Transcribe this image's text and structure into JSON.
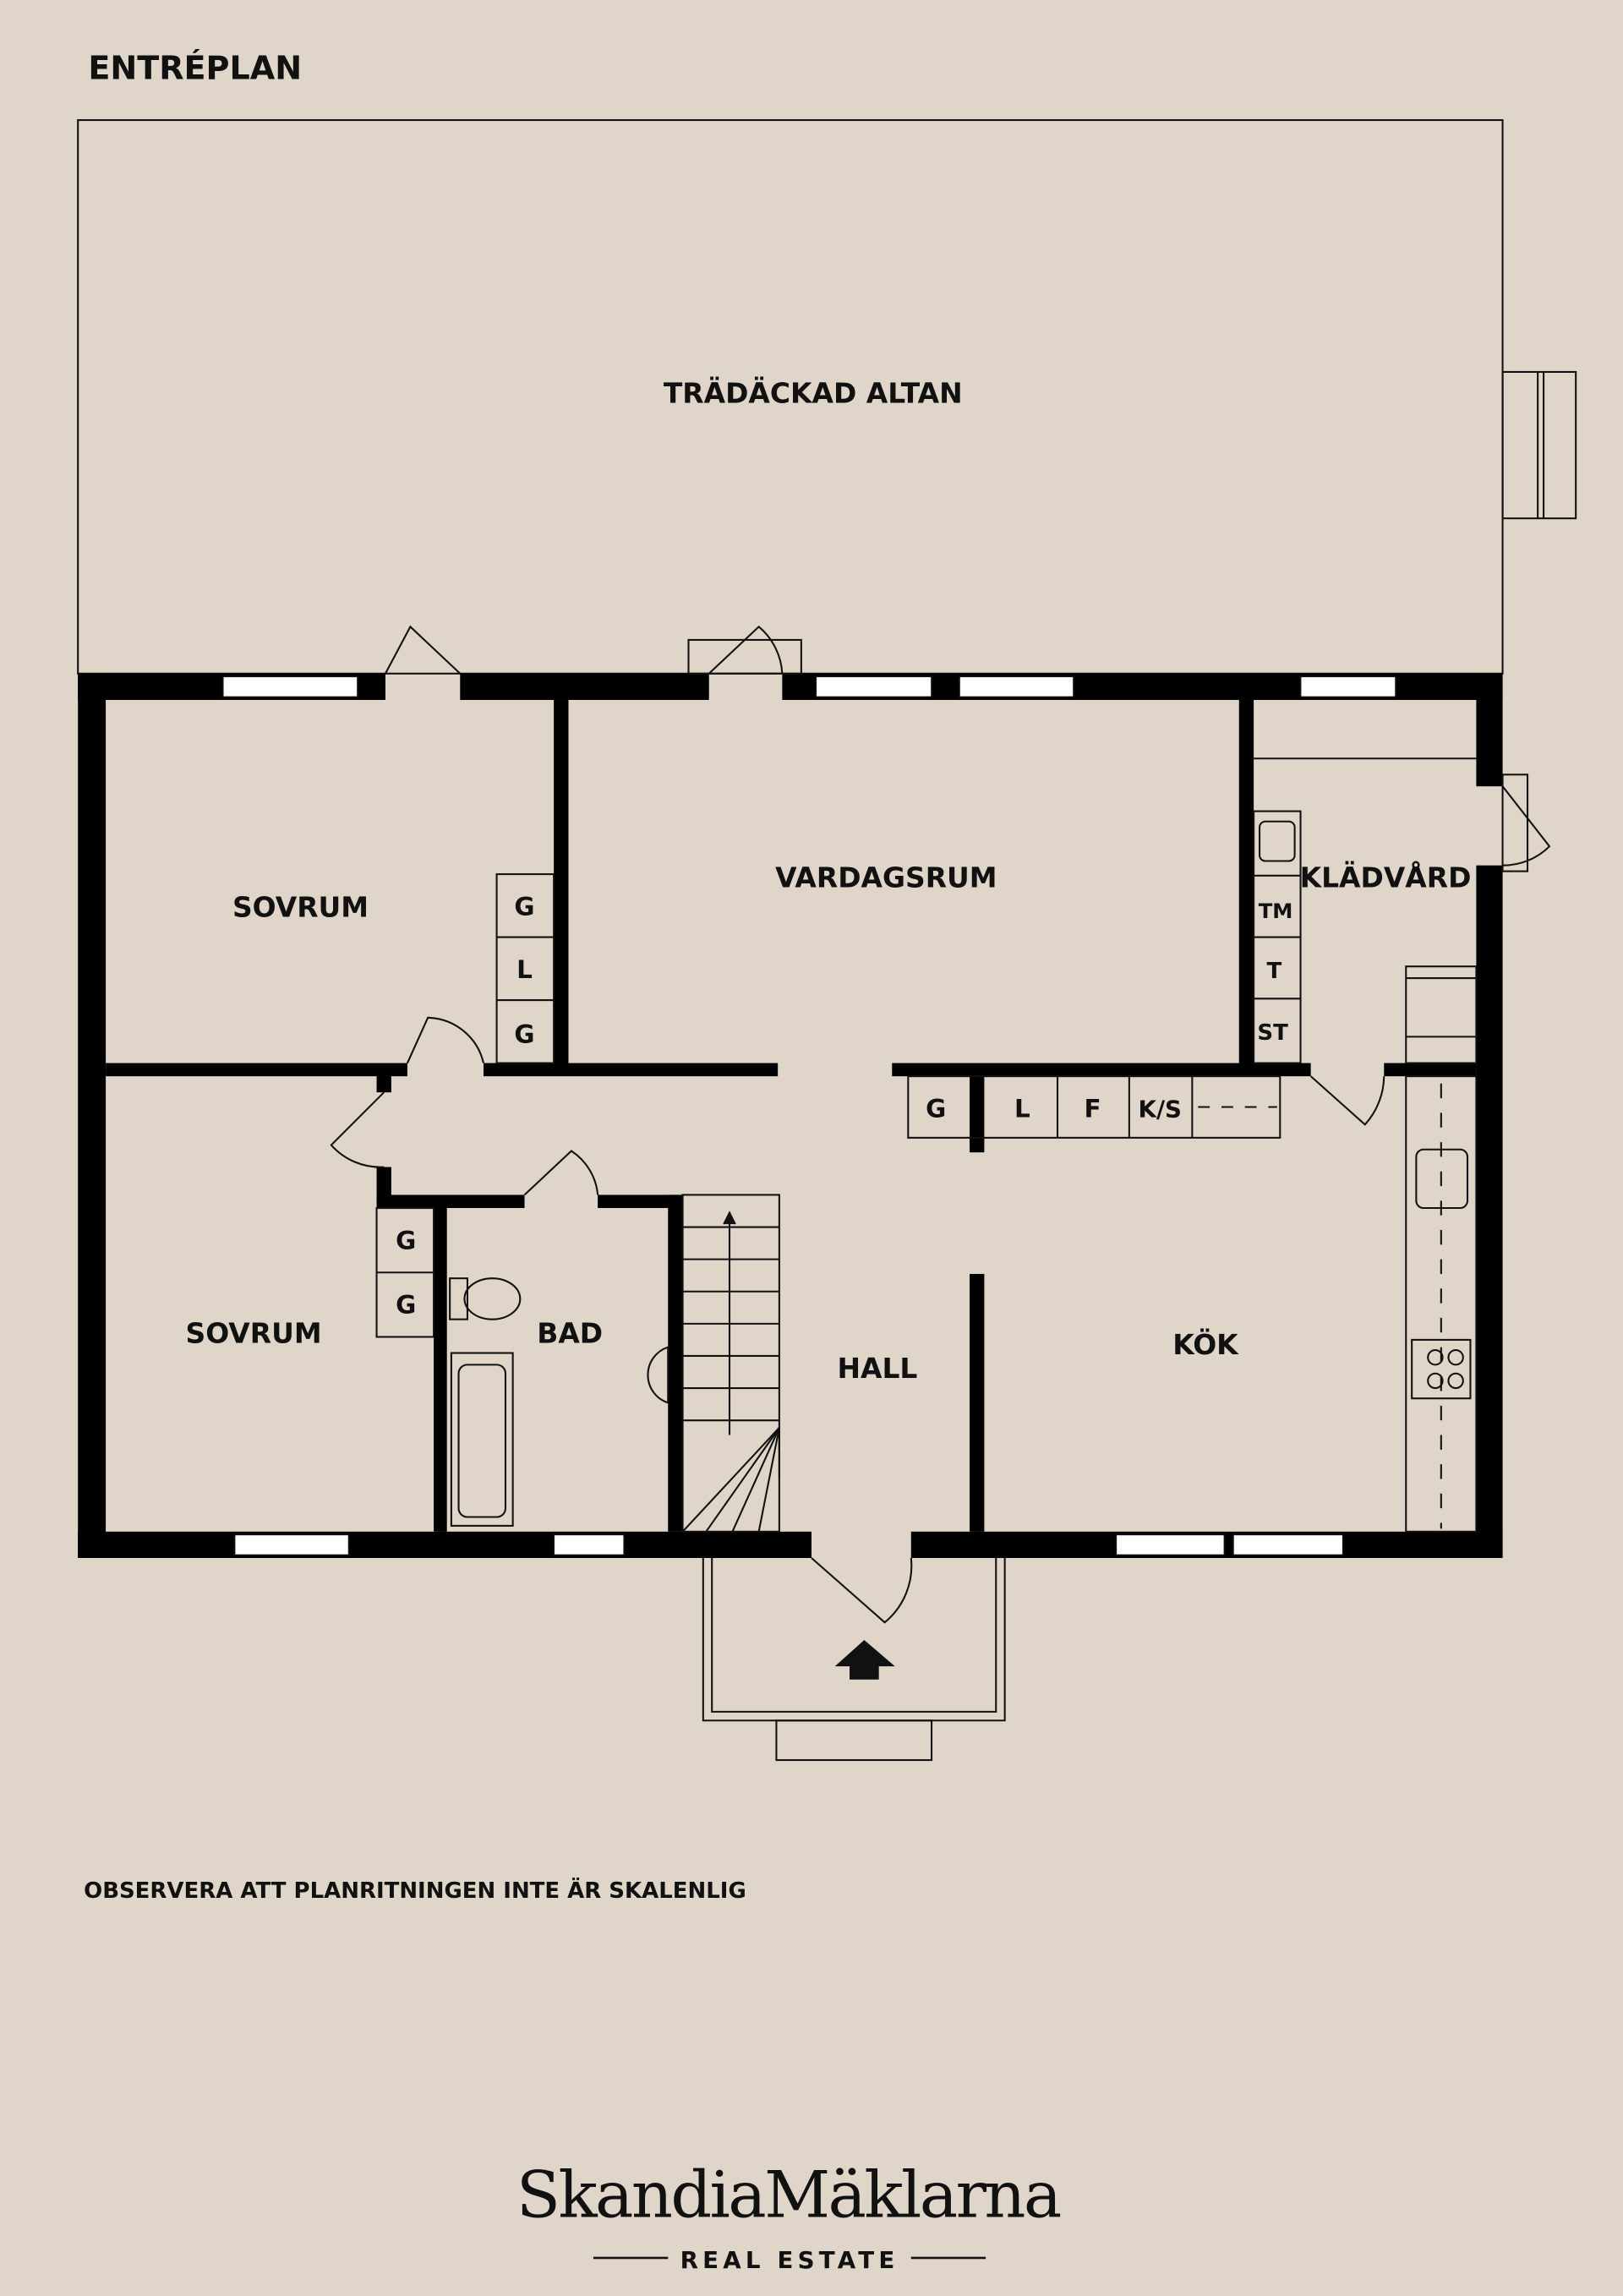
{
  "header": {
    "title": "ENTRÉPLAN"
  },
  "rooms": {
    "deck": "TRÄDÄCKAD ALTAN",
    "bedroom_1": "SOVRUM",
    "living_room": "VARDAGSRUM",
    "laundry": "KLÄDVÅRD",
    "bedroom_2": "SOVRUM",
    "bathroom": "BAD",
    "hall": "HALL",
    "kitchen": "KÖK"
  },
  "closets": {
    "bedroom_1": [
      "G",
      "L",
      "G"
    ],
    "bedroom_2": [
      "G",
      "G"
    ],
    "hall": [
      "G",
      "L",
      "F",
      "K/S"
    ],
    "laundry": [
      "TM",
      "T",
      "ST"
    ]
  },
  "footer": {
    "disclaimer": "OBSERVERA ATT PLANRITNINGEN INTE ÄR SKALENLIG",
    "brand": "SkandiaMäklarna",
    "brand_sub": "REAL ESTATE"
  },
  "colors": {
    "background": "#dfd5c9",
    "wall": "#000000"
  }
}
